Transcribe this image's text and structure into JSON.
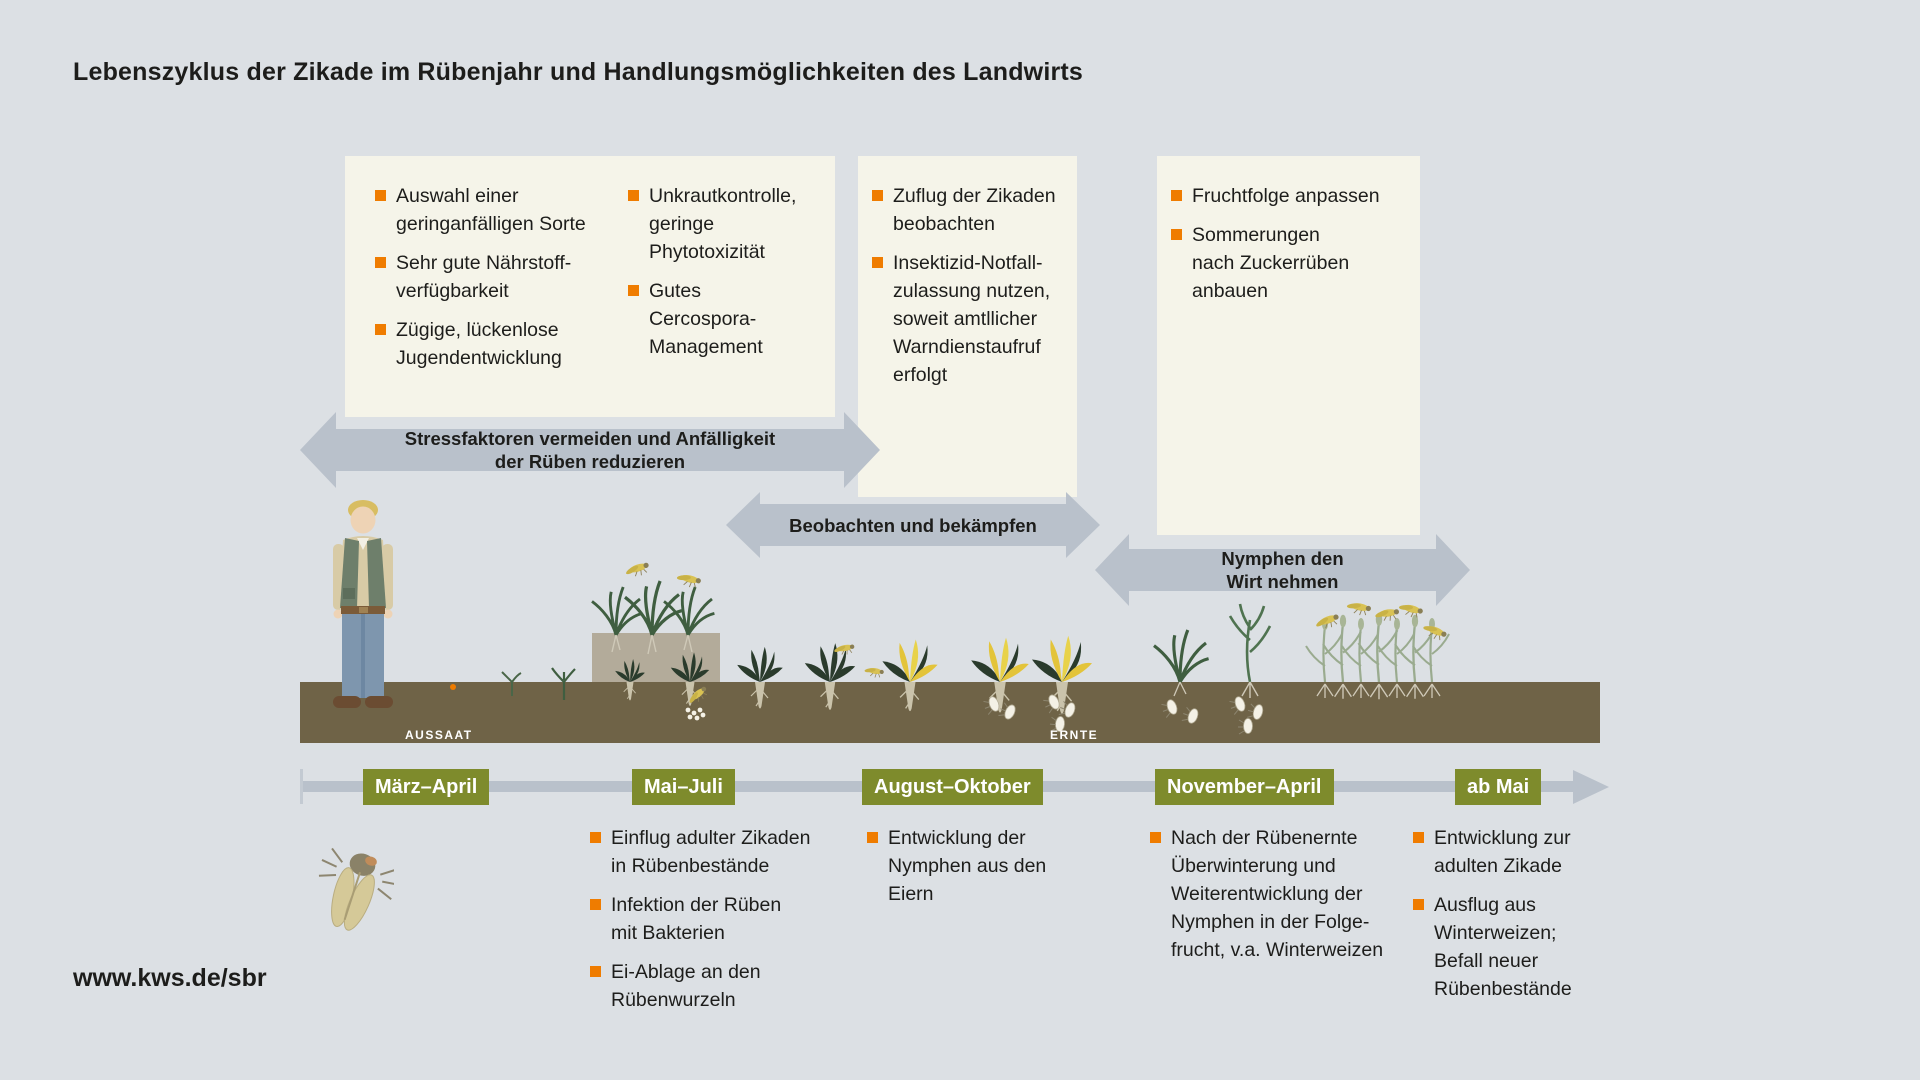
{
  "title": "Lebenszyklus der Zikade im Rübenjahr und Handlungsmöglichkeiten des Landwirts",
  "website": "www.kws.de/sbr",
  "colors": {
    "bg": "#dce0e4",
    "panel": "#f5f4e9",
    "accent": "#ef7c00",
    "arrowc": "#b9c1cb",
    "green": "#7e8b2c",
    "soil": "#6f6347",
    "ink": "#1d1d1b"
  },
  "action_boxes": [
    {
      "columns": [
        {
          "items": [
            "Auswahl einer\ngeringanfälligen Sorte",
            "Sehr gute Nährstoff-\nverfügbarkeit",
            "Zügige, lückenlose\nJugendentwicklung"
          ]
        },
        {
          "items": [
            "Unkrautkontrolle,\ngeringe\nPhytotoxizität",
            "Gutes\nCercospora-\nManagement"
          ]
        }
      ]
    },
    {
      "columns": [
        {
          "items": [
            "Zuflug der Zikaden\nbeobachten",
            "Insektizid-Notfall-\nzulassung nutzen,\nsoweit amtllicher\nWarndienstaufruf\nerfolgt"
          ]
        }
      ]
    },
    {
      "columns": [
        {
          "items": [
            "Fruchtfolge anpassen",
            "Sommerungen\nnach Zuckerrüben\nanbauen"
          ]
        }
      ]
    }
  ],
  "arrows": [
    {
      "label": "Stressfaktoren vermeiden und Anfälligkeit\nder Rüben reduzieren"
    },
    {
      "label": "Beobachten und bekämpfen"
    },
    {
      "label": "Nymphen den\nWirt nehmen"
    }
  ],
  "timeline": {
    "months": [
      "März–April",
      "Mai–Juli",
      "August–Oktober",
      "November–April",
      "ab Mai"
    ]
  },
  "phase_lists": [
    {
      "items": [
        "Einflug adulter Zikaden\nin Rübenbestände",
        "Infektion der Rüben\nmit Bakterien",
        "Ei-Ablage an den\nRübenwurzeln"
      ]
    },
    {
      "items": [
        "Entwicklung der\nNymphen aus den\nEiern"
      ]
    },
    {
      "items": [
        "Nach der Rübenernte\nÜberwinterung und\nWeiterentwicklung der\nNymphen in der Folge-\nfrucht, v.a. Winterweizen"
      ]
    },
    {
      "items": [
        "Entwicklung zur\nadulten Zikade",
        "Ausflug aus\nWinterweizen;\nBefall neuer\nRübenbestände"
      ]
    }
  ],
  "field": {
    "sowing_label": "AUSSAAT",
    "harvest_label": "ERNTE"
  }
}
